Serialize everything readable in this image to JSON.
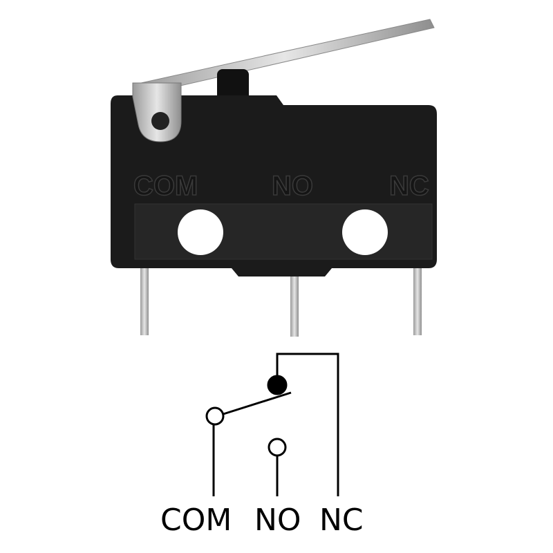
{
  "photo": {
    "embossed_labels": [
      "COM",
      "NO",
      "NC"
    ]
  },
  "schematic": {
    "terminal_labels": [
      "COM",
      "NO",
      "NC"
    ]
  },
  "colors": {
    "body": "#1b1b1b",
    "metal": "#c9c9c9",
    "line": "#000000"
  }
}
